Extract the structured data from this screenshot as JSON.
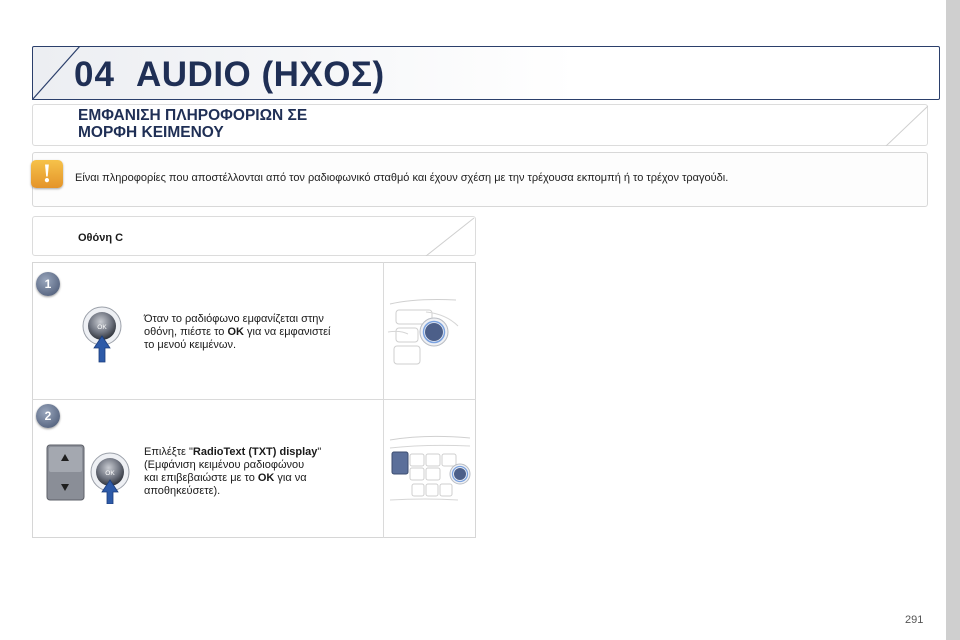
{
  "chapter": {
    "number": "04",
    "title": "AUDIO (ΗΧΟΣ)"
  },
  "section": {
    "title_line1": "ΕΜΦΑΝΙΣΗ ΠΛΗΡΟΦΟΡΙΩΝ ΣΕ",
    "title_line2": "ΜΟΡΦΗ ΚΕΙΜΕΝΟΥ"
  },
  "note": {
    "icon": "exclamation-warning-icon",
    "text": "Είναι πληροφορίες που αποστέλλονται από τον ραδιοφωνικό σταθμό και έχουν σχέση με την τρέχουσα εκπομπή ή το τρέχον τραγούδι."
  },
  "screen_label": "Οθόνη C",
  "steps": [
    {
      "number": "1",
      "button_label": "OK",
      "text_line1": "Όταν το ραδιόφωνο εμφανίζεται στην",
      "text_line2_a": "οθόνη, πιέστε το ",
      "text_line2_b": "OK",
      "text_line2_c": " για να εμφανιστεί",
      "text_line3": "το μενού κειμένων."
    },
    {
      "number": "2",
      "button_label": "OK",
      "text_line1_a": "Επιλέξτε \"",
      "text_line1_b": "RadioText (TXT) display",
      "text_line1_c": "\"",
      "text_line2": "(Εμφάνιση κειμένου ραδιοφώνου",
      "text_line3_a": "και επιβεβαιώστε με το ",
      "text_line3_b": "OK",
      "text_line3_c": " για να",
      "text_line4": "αποθηκεύσετε)."
    }
  ],
  "page_number": "291",
  "colors": {
    "heading": "#1f2f55",
    "warning": "#e9a22f",
    "badge": "#5d6b86",
    "arrow": "#2d5aa8"
  }
}
